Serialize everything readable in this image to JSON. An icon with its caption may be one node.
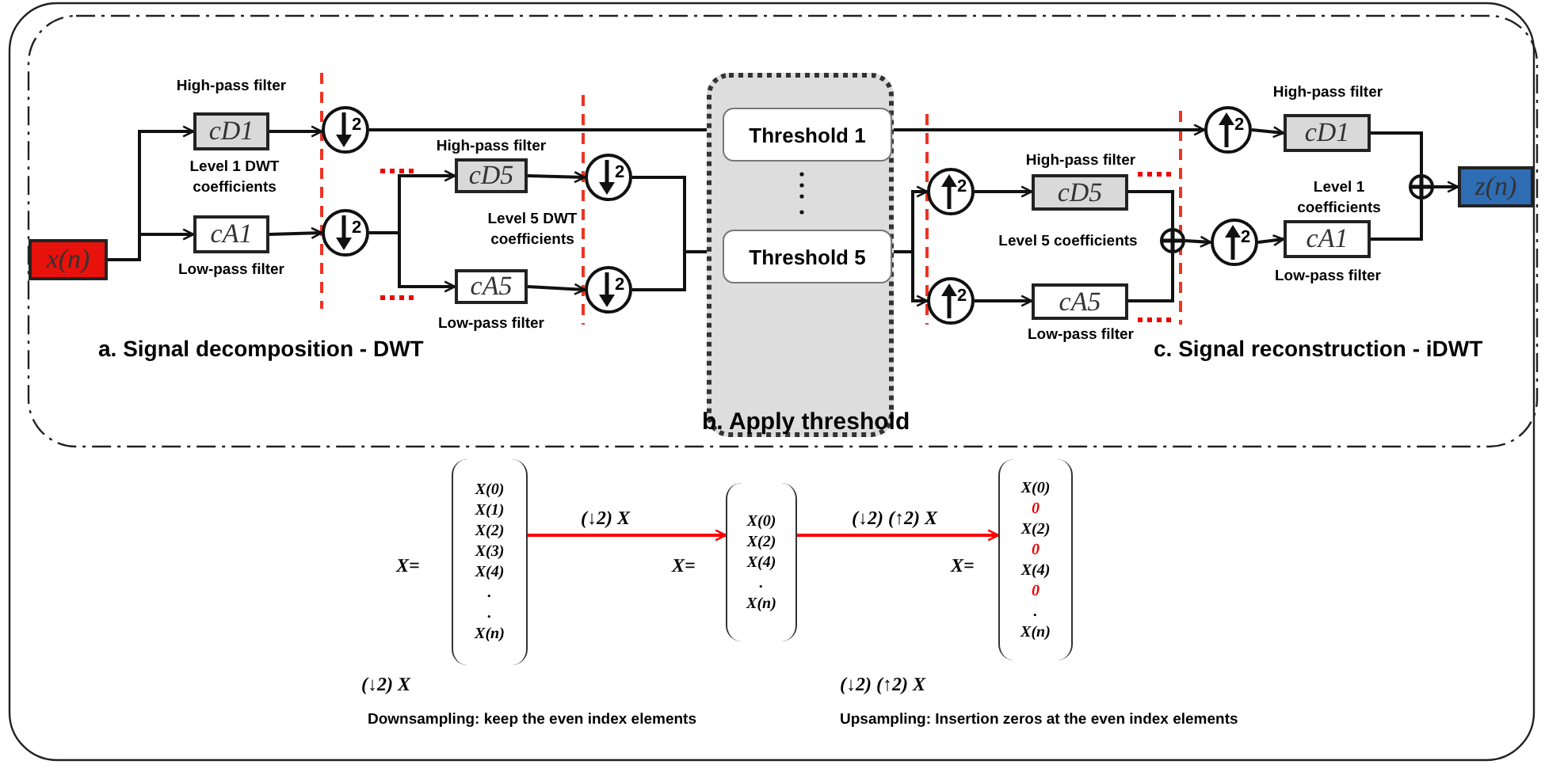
{
  "diagram": {
    "nodes": [
      {
        "text": [
          "x(n)"
        ]
      },
      {
        "text": [
          "cD1"
        ],
        "beside": [
          "High-pass filter"
        ]
      },
      {
        "text": [
          "cA1"
        ],
        "beside": [
          "Low-pass filter"
        ]
      },
      {
        "text": [
          "2"
        ]
      },
      {
        "text": [
          "2"
        ]
      },
      {
        "text": [
          "cD5"
        ],
        "beside": [
          "High-pass filter"
        ]
      },
      {
        "text": [
          "cA5"
        ],
        "beside": [
          "Low-pass filter"
        ]
      },
      {
        "text": [
          "2"
        ]
      },
      {
        "text": [
          "2"
        ]
      },
      {
        "text": [
          "b. Apply threshold"
        ]
      },
      {
        "text": [
          "Threshold 1"
        ],
        "in": 9
      },
      {
        "text": [
          "Threshold 5"
        ],
        "in": 9
      },
      {
        "text": [
          "2"
        ]
      },
      {
        "text": [
          "2"
        ]
      },
      {
        "text": [
          "cD5"
        ],
        "beside": [
          "High-pass filter"
        ]
      },
      {
        "text": [
          "cA5"
        ],
        "beside": [
          "Low-pass filter"
        ]
      },
      {
        "text": [],
        "shape": "circle"
      },
      {
        "text": [
          "2"
        ]
      },
      {
        "text": [
          "2"
        ]
      },
      {
        "text": [
          "cD1"
        ],
        "beside": [
          "High-pass filter"
        ]
      },
      {
        "text": [
          "cA1"
        ],
        "beside": [
          "Low-pass filter"
        ]
      },
      {
        "text": [],
        "shape": "circle"
      },
      {
        "text": [
          "z(n)"
        ]
      },
      {
        "text": [
          "X(0)",
          "X(1)",
          "X(2)",
          "X(3)",
          "X(4)",
          ".",
          ".",
          "X(n)"
        ],
        "beside": [
          "X="
        ]
      },
      {
        "text": [
          "X(0)",
          "X(2)",
          "X(4)",
          ".",
          "X(n)"
        ],
        "beside": [
          "X="
        ]
      },
      {
        "text": [
          "X(0)",
          "0",
          "X(2)",
          "0",
          "X(4)",
          "0",
          ".",
          "X(n)"
        ],
        "beside": [
          "X="
        ]
      }
    ],
    "edges": [
      {
        "from": 0,
        "to": 1,
        "arrow": "to"
      },
      {
        "from": 0,
        "to": 2,
        "arrow": "to"
      },
      {
        "from": 1,
        "to": 3,
        "arrow": "to"
      },
      {
        "from": 2,
        "to": 4,
        "arrow": "to"
      },
      {
        "from": 3,
        "to": 10,
        "arrow": "to"
      },
      {
        "from": 4,
        "to": 5,
        "arrow": "to"
      },
      {
        "from": 4,
        "to": 6,
        "arrow": "to"
      },
      {
        "from": 5,
        "to": 7,
        "arrow": "to"
      },
      {
        "from": 6,
        "to": 8,
        "arrow": "to"
      },
      {
        "from": 7,
        "to": 11,
        "arrow": "to"
      },
      {
        "from": 8,
        "to": 11,
        "arrow": "to"
      },
      {
        "from": 10,
        "to": 17,
        "arrow": "to"
      },
      {
        "from": 11,
        "to": 12,
        "arrow": "to"
      },
      {
        "from": 11,
        "to": 13,
        "arrow": "to"
      },
      {
        "from": 12,
        "to": 14,
        "arrow": "to"
      },
      {
        "from": 13,
        "to": 15,
        "arrow": "to"
      },
      {
        "from": 14,
        "to": 16,
        "arrow": "none"
      },
      {
        "from": 15,
        "to": 16,
        "arrow": "none"
      },
      {
        "from": 16,
        "to": 18,
        "arrow": "to"
      },
      {
        "from": 17,
        "to": 19,
        "arrow": "to"
      },
      {
        "from": 18,
        "to": 20,
        "arrow": "to"
      },
      {
        "from": 19,
        "to": 21,
        "arrow": "none"
      },
      {
        "from": 20,
        "to": 21,
        "arrow": "none"
      },
      {
        "from": 21,
        "to": 22,
        "arrow": "to"
      },
      {
        "from": 23,
        "to": 24,
        "arrow": "to",
        "label": "(↓2) X",
        "color": "#ff0000"
      },
      {
        "from": 24,
        "to": 25,
        "arrow": "to",
        "label": "(↓2) (↑2) X",
        "color": "#ff0000"
      }
    ],
    "labels": [
      "Level 1 DWT coefficients",
      "Level 5 DWT coefficients",
      "a. Signal decomposition - DWT",
      "Level 5 coefficients",
      "Level 1 coefficients",
      "c. Signal reconstruction - iDWT",
      "(↓2) X",
      "Downsampling: keep the even index elements",
      "(↓2) (↑2) X",
      "Upsampling: Insertion zeros at the even index elements"
    ]
  }
}
